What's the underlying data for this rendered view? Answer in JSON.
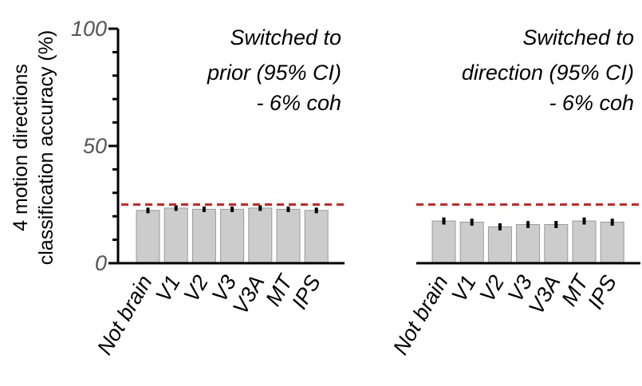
{
  "chart_data": {
    "type": "bar",
    "ylabel": [
      "4 motion directions",
      "classification accuracy (%)"
    ],
    "ylim": [
      0,
      100
    ],
    "yticks": [
      0,
      50,
      100
    ],
    "chance_level": 25,
    "grid": false,
    "colors": {
      "bar_fill": "#cccccc",
      "bar_stroke": "#9a9a9a",
      "error_bar": "#000000",
      "chance_line": "#e0201b",
      "axis": "#000000"
    },
    "panels": [
      {
        "title": [
          "Switched to",
          "prior (95% CI)",
          "- 6% coh"
        ],
        "categories": [
          "Not brain",
          "V1",
          "V2",
          "V3",
          "V3A",
          "MT",
          "IPS"
        ],
        "values": [
          22.5,
          23.5,
          23,
          23,
          23.5,
          23,
          22.5
        ],
        "ci_low": [
          21.3,
          22.3,
          21.8,
          21.8,
          22.3,
          21.8,
          21.3
        ],
        "ci_high": [
          23.7,
          24.7,
          24.2,
          24.2,
          24.7,
          24.2,
          23.7
        ]
      },
      {
        "title": [
          "Switched to",
          "direction (95% CI)",
          "- 6% coh"
        ],
        "categories": [
          "Not brain",
          "V1",
          "V2",
          "V3",
          "V3A",
          "MT",
          "IPS"
        ],
        "values": [
          18,
          17.5,
          15.5,
          16.5,
          16.5,
          18,
          17.5
        ],
        "ci_low": [
          16.5,
          16.0,
          14.0,
          15.0,
          15.0,
          16.5,
          16.0
        ],
        "ci_high": [
          19.5,
          19.0,
          17.0,
          18.0,
          18.0,
          19.5,
          19.0
        ]
      }
    ]
  }
}
